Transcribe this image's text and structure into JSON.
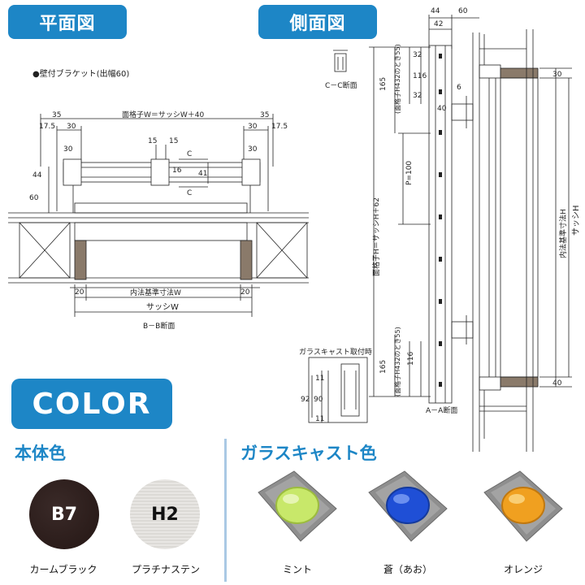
{
  "header": {
    "plan_view": "平面図",
    "side_view": "側面図",
    "color": "COLOR"
  },
  "plan": {
    "bracket_note": "●壁付ブラケット(出幅60)",
    "dim_top_formula": "面格子W＝サッシW＋40",
    "dim_35_left": "35",
    "dim_35_right": "35",
    "dim_17_left": "17.5",
    "dim_17_right": "17.5",
    "dim_30_left_a": "30",
    "dim_30_left_b": "30",
    "dim_30_right_a": "30",
    "dim_30_right_b": "30",
    "dim_15_a": "15",
    "dim_15_b": "15",
    "dim_44": "44",
    "dim_60": "60",
    "dim_41": "41",
    "dim_16": "16",
    "section_c": "C",
    "dim_20_left": "20",
    "dim_20_right": "20",
    "inner_dim": "内法基準寸法W",
    "sash_w": "サッシW",
    "section_bb": "B－B断面",
    "section_cc": "C－C断面"
  },
  "side": {
    "dim_44": "44",
    "dim_60": "60",
    "dim_42": "42",
    "dim_32_top": "32",
    "dim_116_top": "116",
    "dim_32_mid": "32",
    "dim_165_top": "165",
    "note_h432_top": "(面格子H432のとき55)",
    "dim_6": "6",
    "dim_40_top": "40",
    "dim_30_top": "30",
    "pitch": "P=100",
    "grille_h": "面格子H＝サッシH＋62",
    "inner_h": "内法基準寸法H",
    "sash_h": "サッシH",
    "dim_165_bottom": "165",
    "note_h432_bottom": "(面格子H432のとき55)",
    "dim_116_bottom": "116",
    "dim_40_bottom": "40",
    "section_aa": "A－A断面",
    "glass_note": "ガラスキャスト取付時",
    "dim_11_top": "11",
    "dim_92": "92",
    "dim_90": "90",
    "dim_11_bottom": "11"
  },
  "body_color": {
    "title": "本体色",
    "items": [
      {
        "code": "B7",
        "name": "カームブラック",
        "color": "#2b1c1a"
      },
      {
        "code": "H2",
        "name": "プラチナステン",
        "color": "#e3e1de"
      }
    ]
  },
  "glass_cast": {
    "title": "ガラスキャスト色",
    "items": [
      {
        "name": "ミント",
        "color": "#c8e86a"
      },
      {
        "name": "蒼（あお）",
        "color": "#1f4fd6"
      },
      {
        "name": "オレンジ",
        "color": "#f0a020"
      }
    ]
  },
  "colors": {
    "accent": "#1d86c6",
    "divider": "#aac9e4"
  }
}
